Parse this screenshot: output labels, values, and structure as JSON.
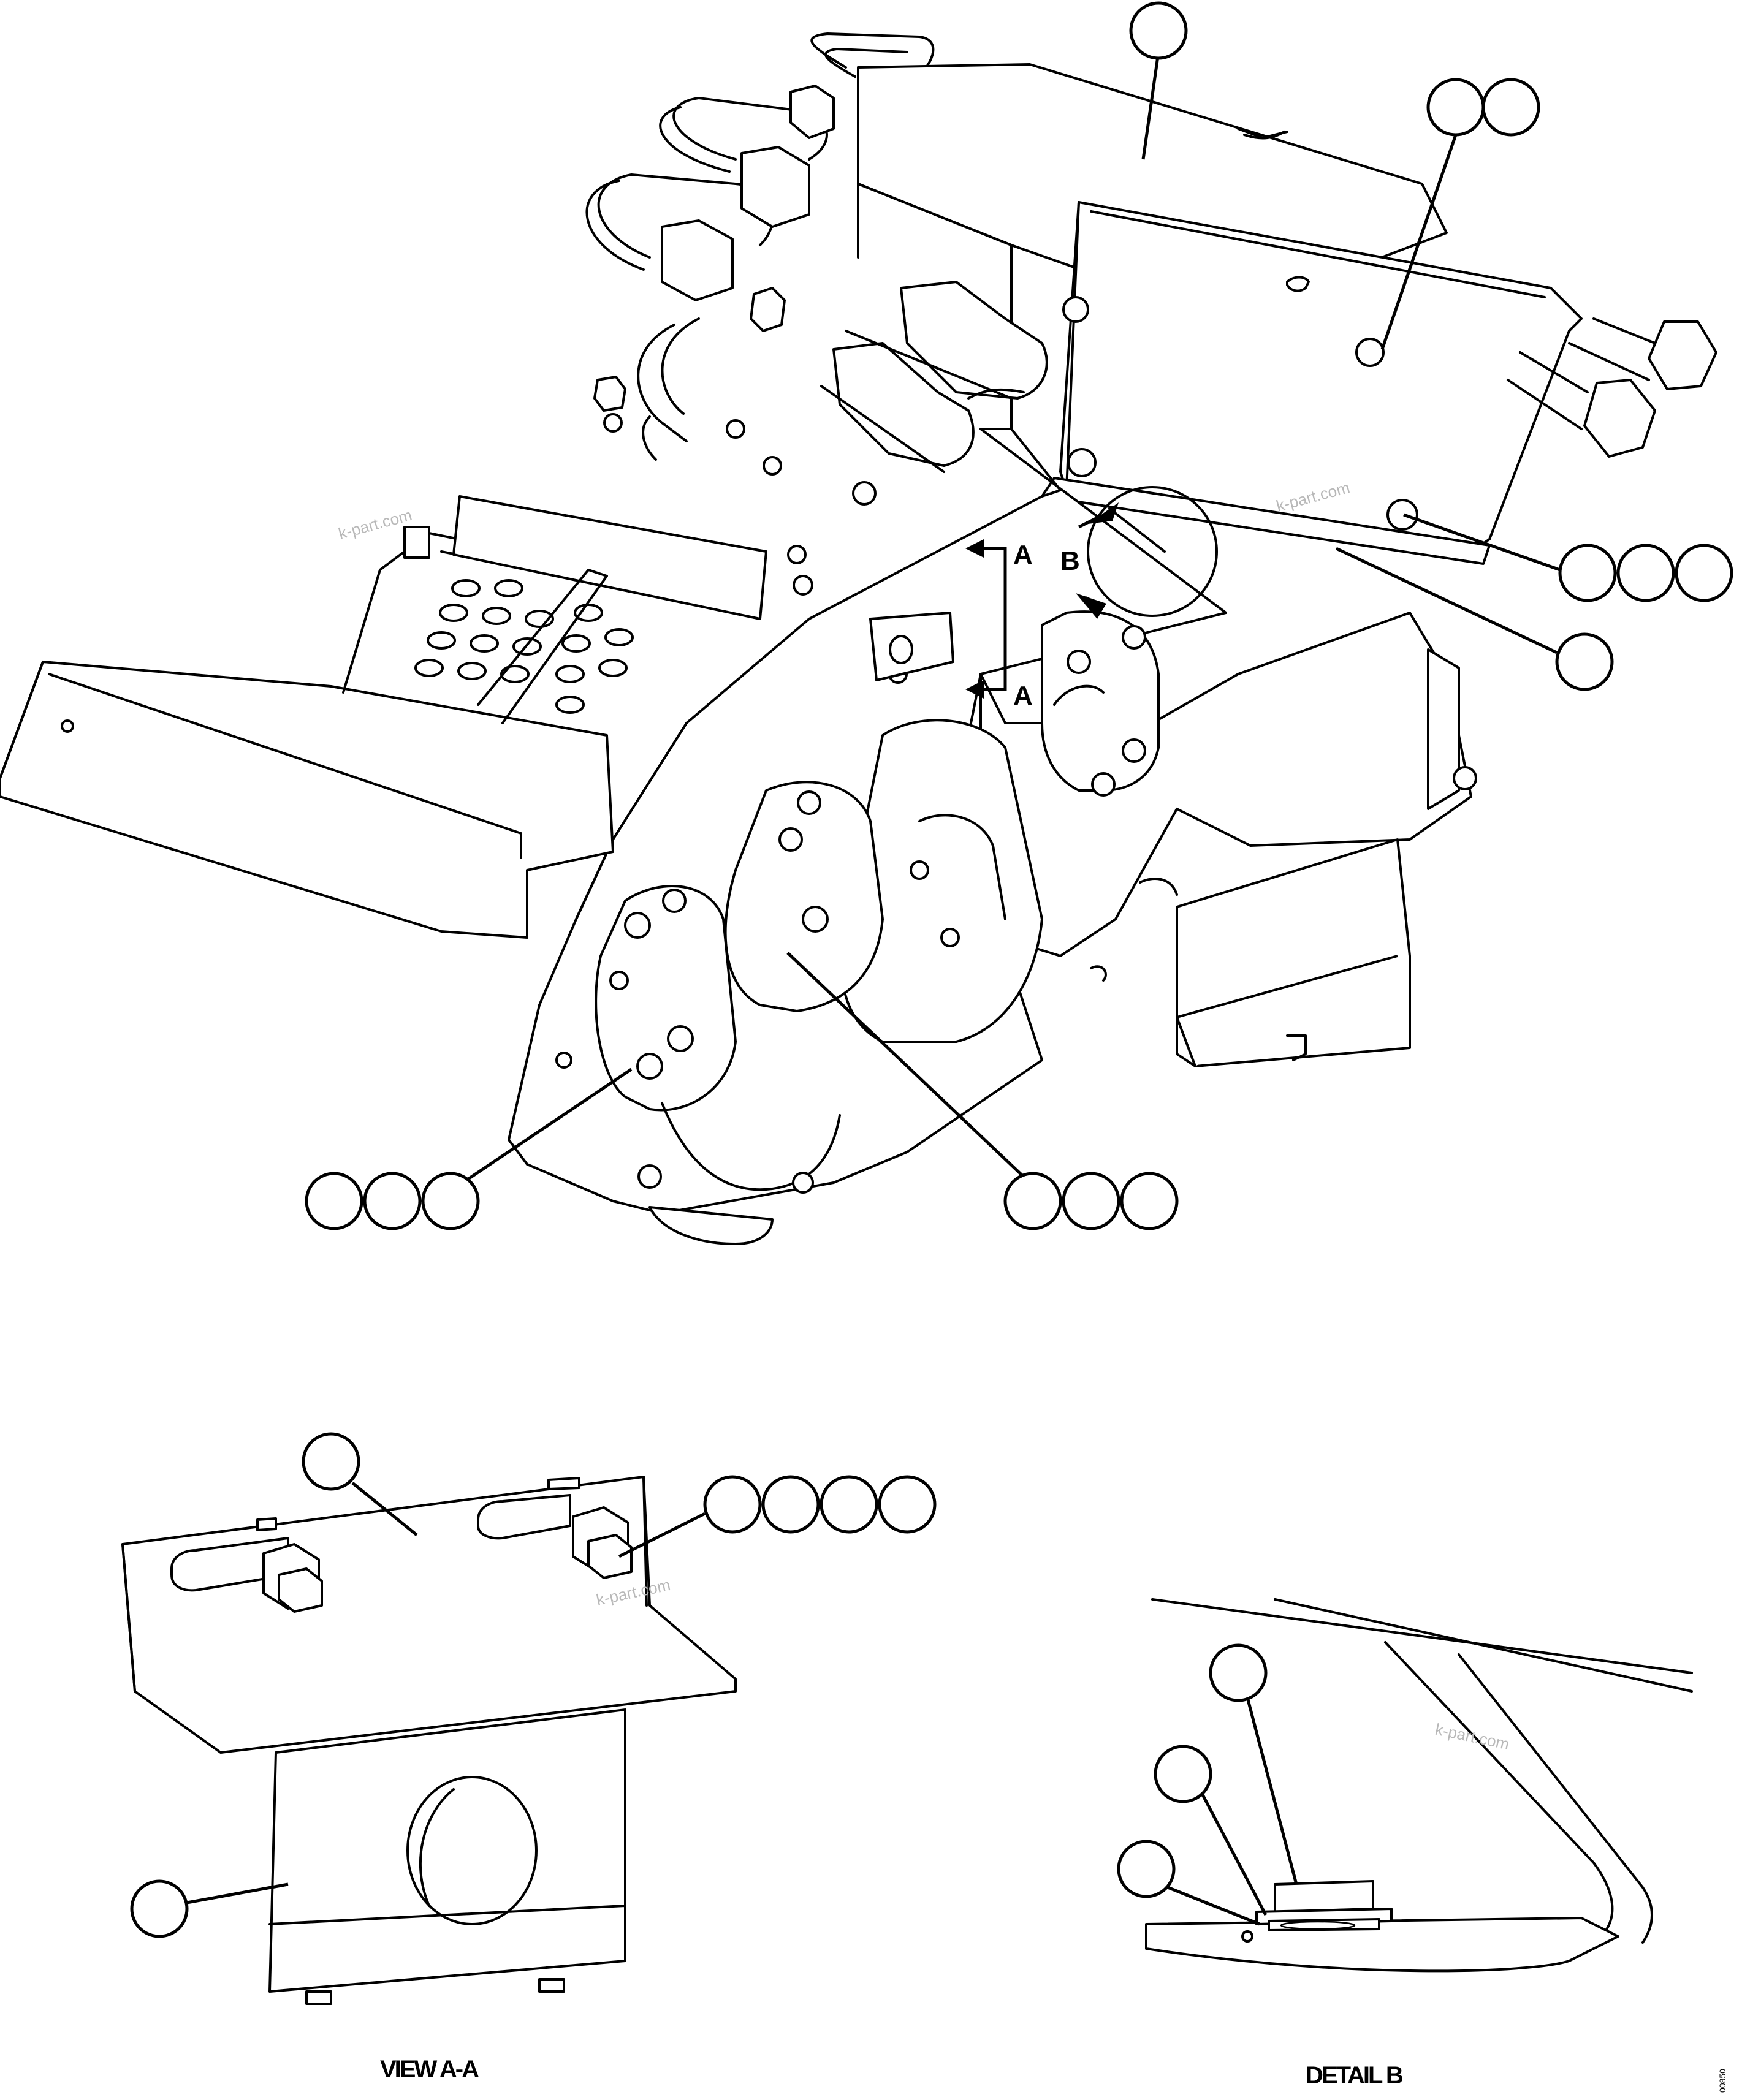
{
  "labels": {
    "section_arrow_top": "A",
    "section_arrow_bottom": "A",
    "detail_marker": "B"
  },
  "captions": {
    "view_a_a": "VIEW A-A",
    "detail_b": "DETAIL B"
  },
  "watermark": "k-part.com",
  "drawing_code": "00850",
  "icons": {
    "callout_bubble": "circle",
    "hex_bolt": "hexagon",
    "section_arrow": "arrowhead"
  },
  "colors": {
    "line": "#000000",
    "background": "#ffffff",
    "watermark": "#b8b8b8"
  }
}
